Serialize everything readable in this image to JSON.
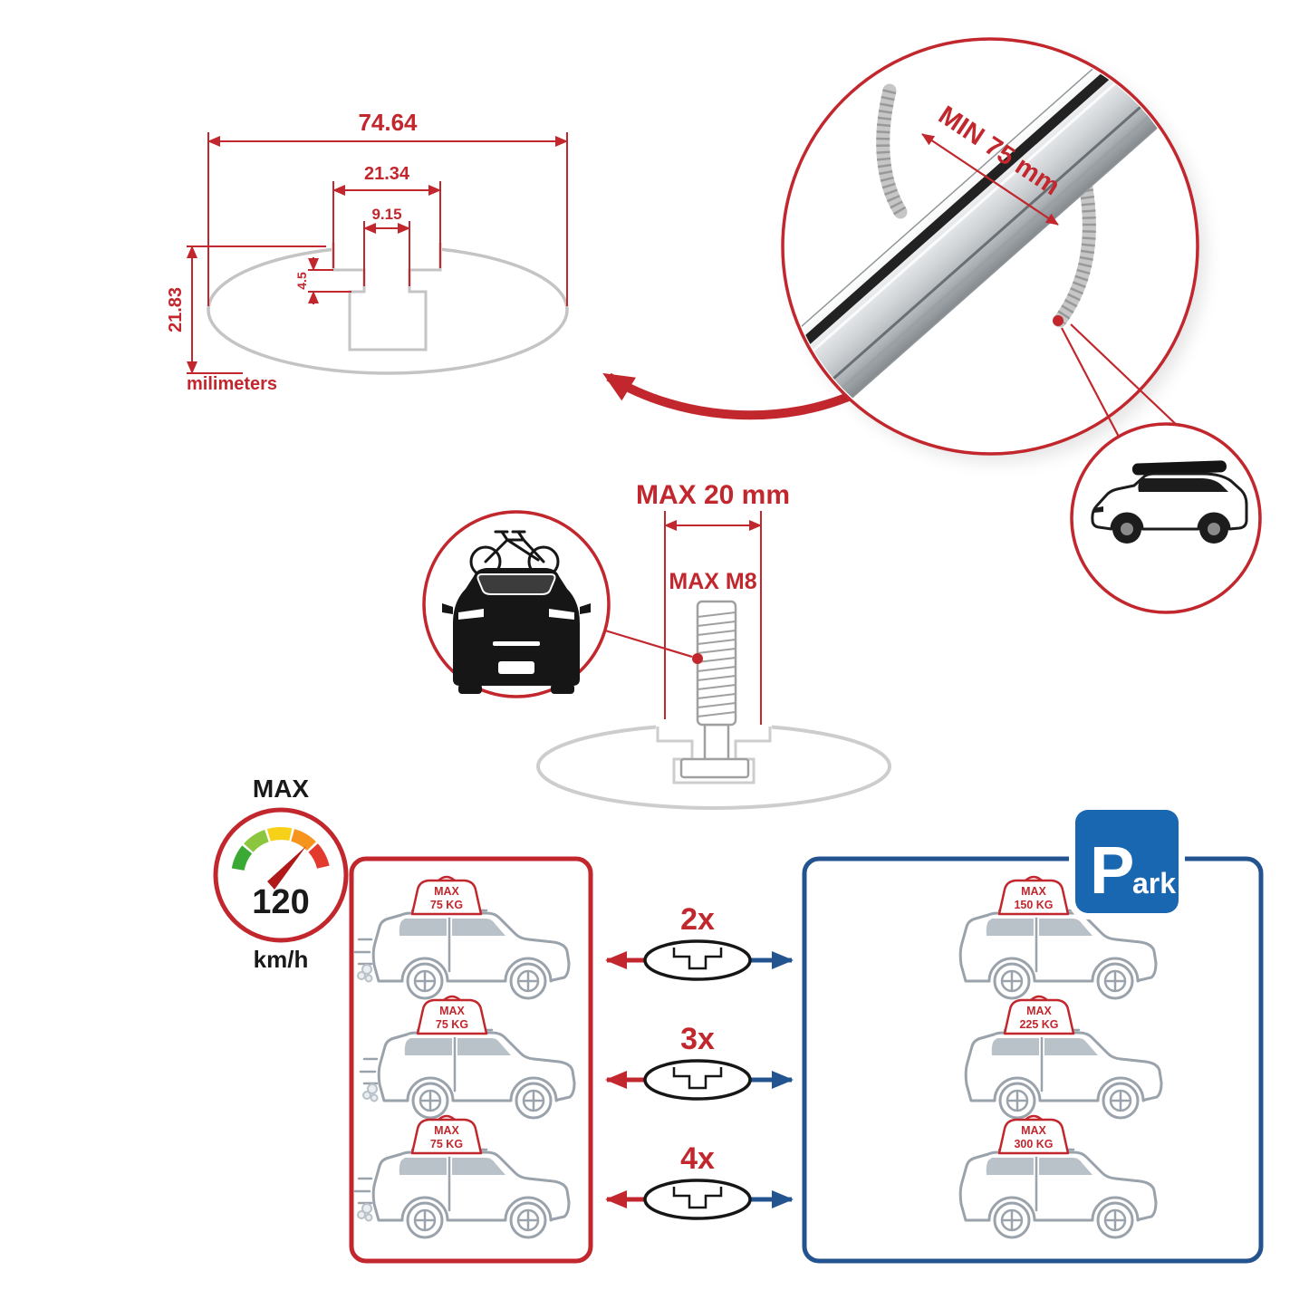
{
  "colors": {
    "accent_red": "#c1272d",
    "accent_blue": "#24548f",
    "sign_blue": "#1a67b1"
  },
  "cross_section": {
    "dim_total_width": "74.64",
    "dim_recess_width": "21.34",
    "dim_slot_width": "9.15",
    "dim_lip_depth": "4.5",
    "dim_total_height": "21.83",
    "unit_label": "milimeters"
  },
  "bar_detail": {
    "min_spacing_label": "MIN 75 mm"
  },
  "bolt": {
    "max_length_label": "MAX 20 mm",
    "max_thread_label": "MAX M8"
  },
  "speedometer": {
    "title": "MAX",
    "value": "120",
    "unit": "km/h"
  },
  "park_sign": {
    "initial": "P",
    "rest": "ark"
  },
  "comparison": {
    "multipliers": [
      "2x",
      "3x",
      "4x"
    ],
    "driving": {
      "rows": [
        {
          "label": "MAX",
          "weight": "75 KG"
        },
        {
          "label": "MAX",
          "weight": "75 KG"
        },
        {
          "label": "MAX",
          "weight": "75 KG"
        }
      ]
    },
    "parked": {
      "rows": [
        {
          "label": "MAX",
          "weight": "150 KG"
        },
        {
          "label": "MAX",
          "weight": "225 KG"
        },
        {
          "label": "MAX",
          "weight": "300 KG"
        }
      ]
    }
  }
}
